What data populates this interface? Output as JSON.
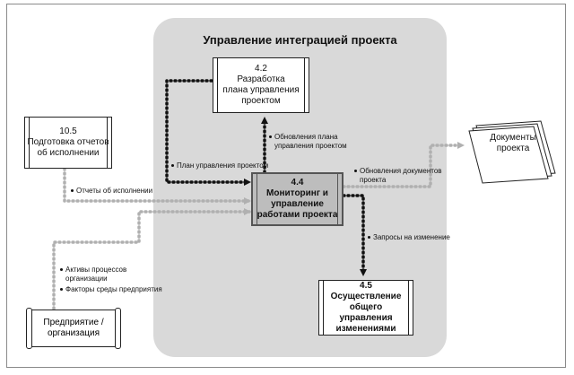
{
  "group": {
    "title": "Управление интеграцией проекта"
  },
  "boxes": {
    "planning": {
      "num": "4.2",
      "lines": [
        "Разработка",
        "плана управления",
        "проектом"
      ]
    },
    "monitoring": {
      "num": "4.4",
      "lines": [
        "Мониторинг и",
        "управление",
        "работами проекта"
      ]
    },
    "change_control": {
      "num": "4.5",
      "lines": [
        "Осуществление",
        "общего",
        "управления",
        "изменениями"
      ]
    },
    "reporting": {
      "num": "10.5",
      "lines": [
        "Подготовка отчетов",
        "об исполнении"
      ]
    }
  },
  "documents": {
    "lines": [
      "Документы",
      "проекта"
    ]
  },
  "organization": {
    "lines": [
      "Предприятие /",
      "организация"
    ]
  },
  "flows": {
    "plan_updates": [
      "Обновления плана",
      "управления проектом"
    ],
    "pm_plan": [
      "План управления проектом"
    ],
    "work_reports": [
      "Отчеты об исполнении"
    ],
    "doc_updates": [
      "Обновления документов",
      "проекта"
    ],
    "change_requests": [
      "Запросы на изменение"
    ],
    "org_assets": [
      "Активы процессов",
      "организации"
    ],
    "env_factors": [
      "Факторы среды предприятия"
    ]
  },
  "colors": {
    "group_bg": "#d9d9d9",
    "main_box": "#bdbdbd",
    "input_flow": "#b0b0b0",
    "output_flow": "#111111"
  }
}
